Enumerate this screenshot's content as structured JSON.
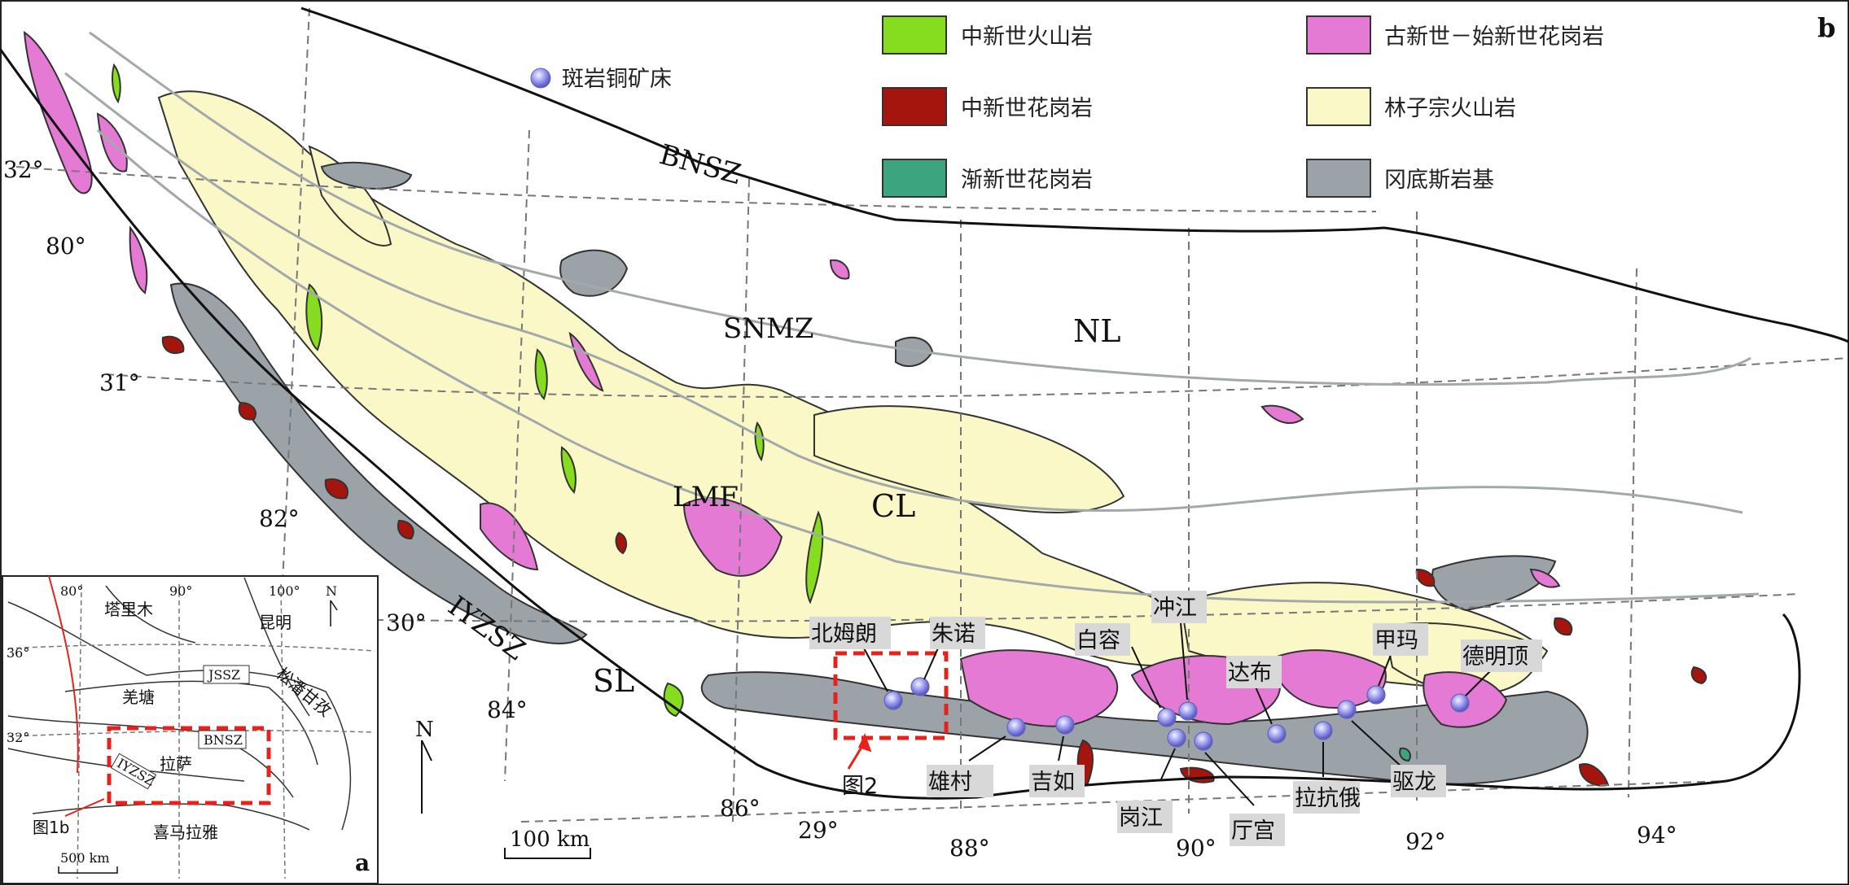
{
  "panel_main": "b",
  "panel_inset": "a",
  "deposit_legend": "斑岩铜矿床",
  "legend": [
    {
      "label": "中新世火山岩",
      "color": "#86dc1e"
    },
    {
      "label": "中新世花岗岩",
      "color": "#a5150d"
    },
    {
      "label": "渐新世花岗岩",
      "color": "#3aa57e"
    },
    {
      "label": "古新世－始新世花岗岩",
      "color": "#e57ad5"
    },
    {
      "label": "林子宗火山岩",
      "color": "#fbf8c7"
    },
    {
      "label": "冈底斯岩基",
      "color": "#9ba3a8"
    }
  ],
  "zones": {
    "bnsz": "BNSZ",
    "snmz": "SNMZ",
    "lmf": "LMF",
    "iyzsz": "IYZSZ",
    "nl": "NL",
    "cl": "CL",
    "sl": "SL"
  },
  "lat_labels": [
    "32°",
    "31°",
    "30°",
    "29°"
  ],
  "lon_labels": [
    "80°",
    "82°",
    "84°",
    "86°",
    "88°",
    "90°",
    "92°",
    "94°"
  ],
  "deposits": [
    "北姆朗",
    "朱诺",
    "白容",
    "冲江",
    "达布",
    "甲玛",
    "德明顶",
    "雄村",
    "吉如",
    "岗江",
    "厅宫",
    "拉抗俄",
    "驱龙"
  ],
  "fig2_label": "图2",
  "north": "N",
  "scale": "100 km",
  "inset": {
    "lon": [
      "80°",
      "90°",
      "100°"
    ],
    "lat": [
      "36°",
      "32°"
    ],
    "places": [
      "塔里木",
      "昆明",
      "羌塘",
      "拉萨",
      "喜马拉雅",
      "松潘甘孜"
    ],
    "sutures": [
      "JSSZ",
      "BNSZ",
      "IYZSZ"
    ],
    "fig_label": "图1b",
    "north": "N",
    "scale": "500 km"
  }
}
